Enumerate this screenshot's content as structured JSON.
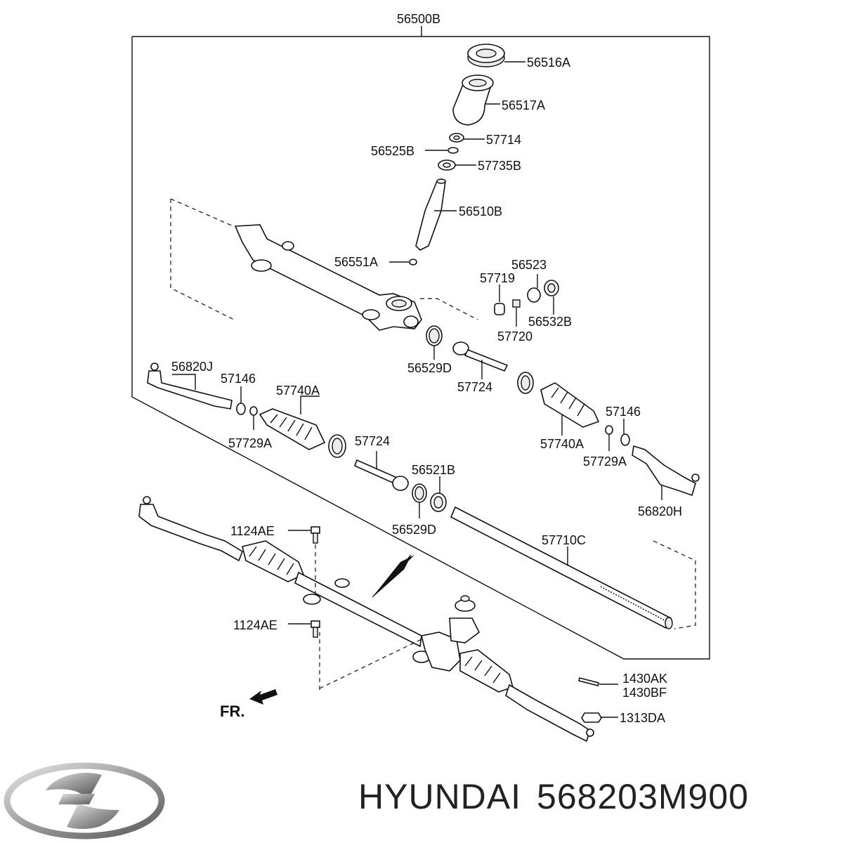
{
  "diagram": {
    "assembly_label": "56500B",
    "labels": {
      "p56516A": "56516A",
      "p56517A": "56517A",
      "p57714": "57714",
      "p56525B": "56525B",
      "p57735B": "57735B",
      "p56510B": "56510B",
      "p56551A": "56551A",
      "p56523": "56523",
      "p57719": "57719",
      "p56532B": "56532B",
      "p57720": "57720",
      "p56529D_a": "56529D",
      "p57724_a": "57724",
      "p56820J": "56820J",
      "p57146_a": "57146",
      "p57740A_a": "57740A",
      "p57729A_a": "57729A",
      "p57724_b": "57724",
      "p56521B": "56521B",
      "p56529D_b": "56529D",
      "p57146_b": "57146",
      "p57740A_b": "57740A",
      "p57729A_b": "57729A",
      "p56820H": "56820H",
      "p57710C": "57710C",
      "p1124AE_a": "1124AE",
      "p1124AE_b": "1124AE",
      "p1430AK": "1430AK",
      "p1430BF": "1430BF",
      "p1313DA": "1313DA",
      "front": "FR."
    }
  },
  "footer": {
    "brand": "HYUNDAI",
    "part_number": "568203M900",
    "logo_icon": "hyundai-logo-icon"
  }
}
